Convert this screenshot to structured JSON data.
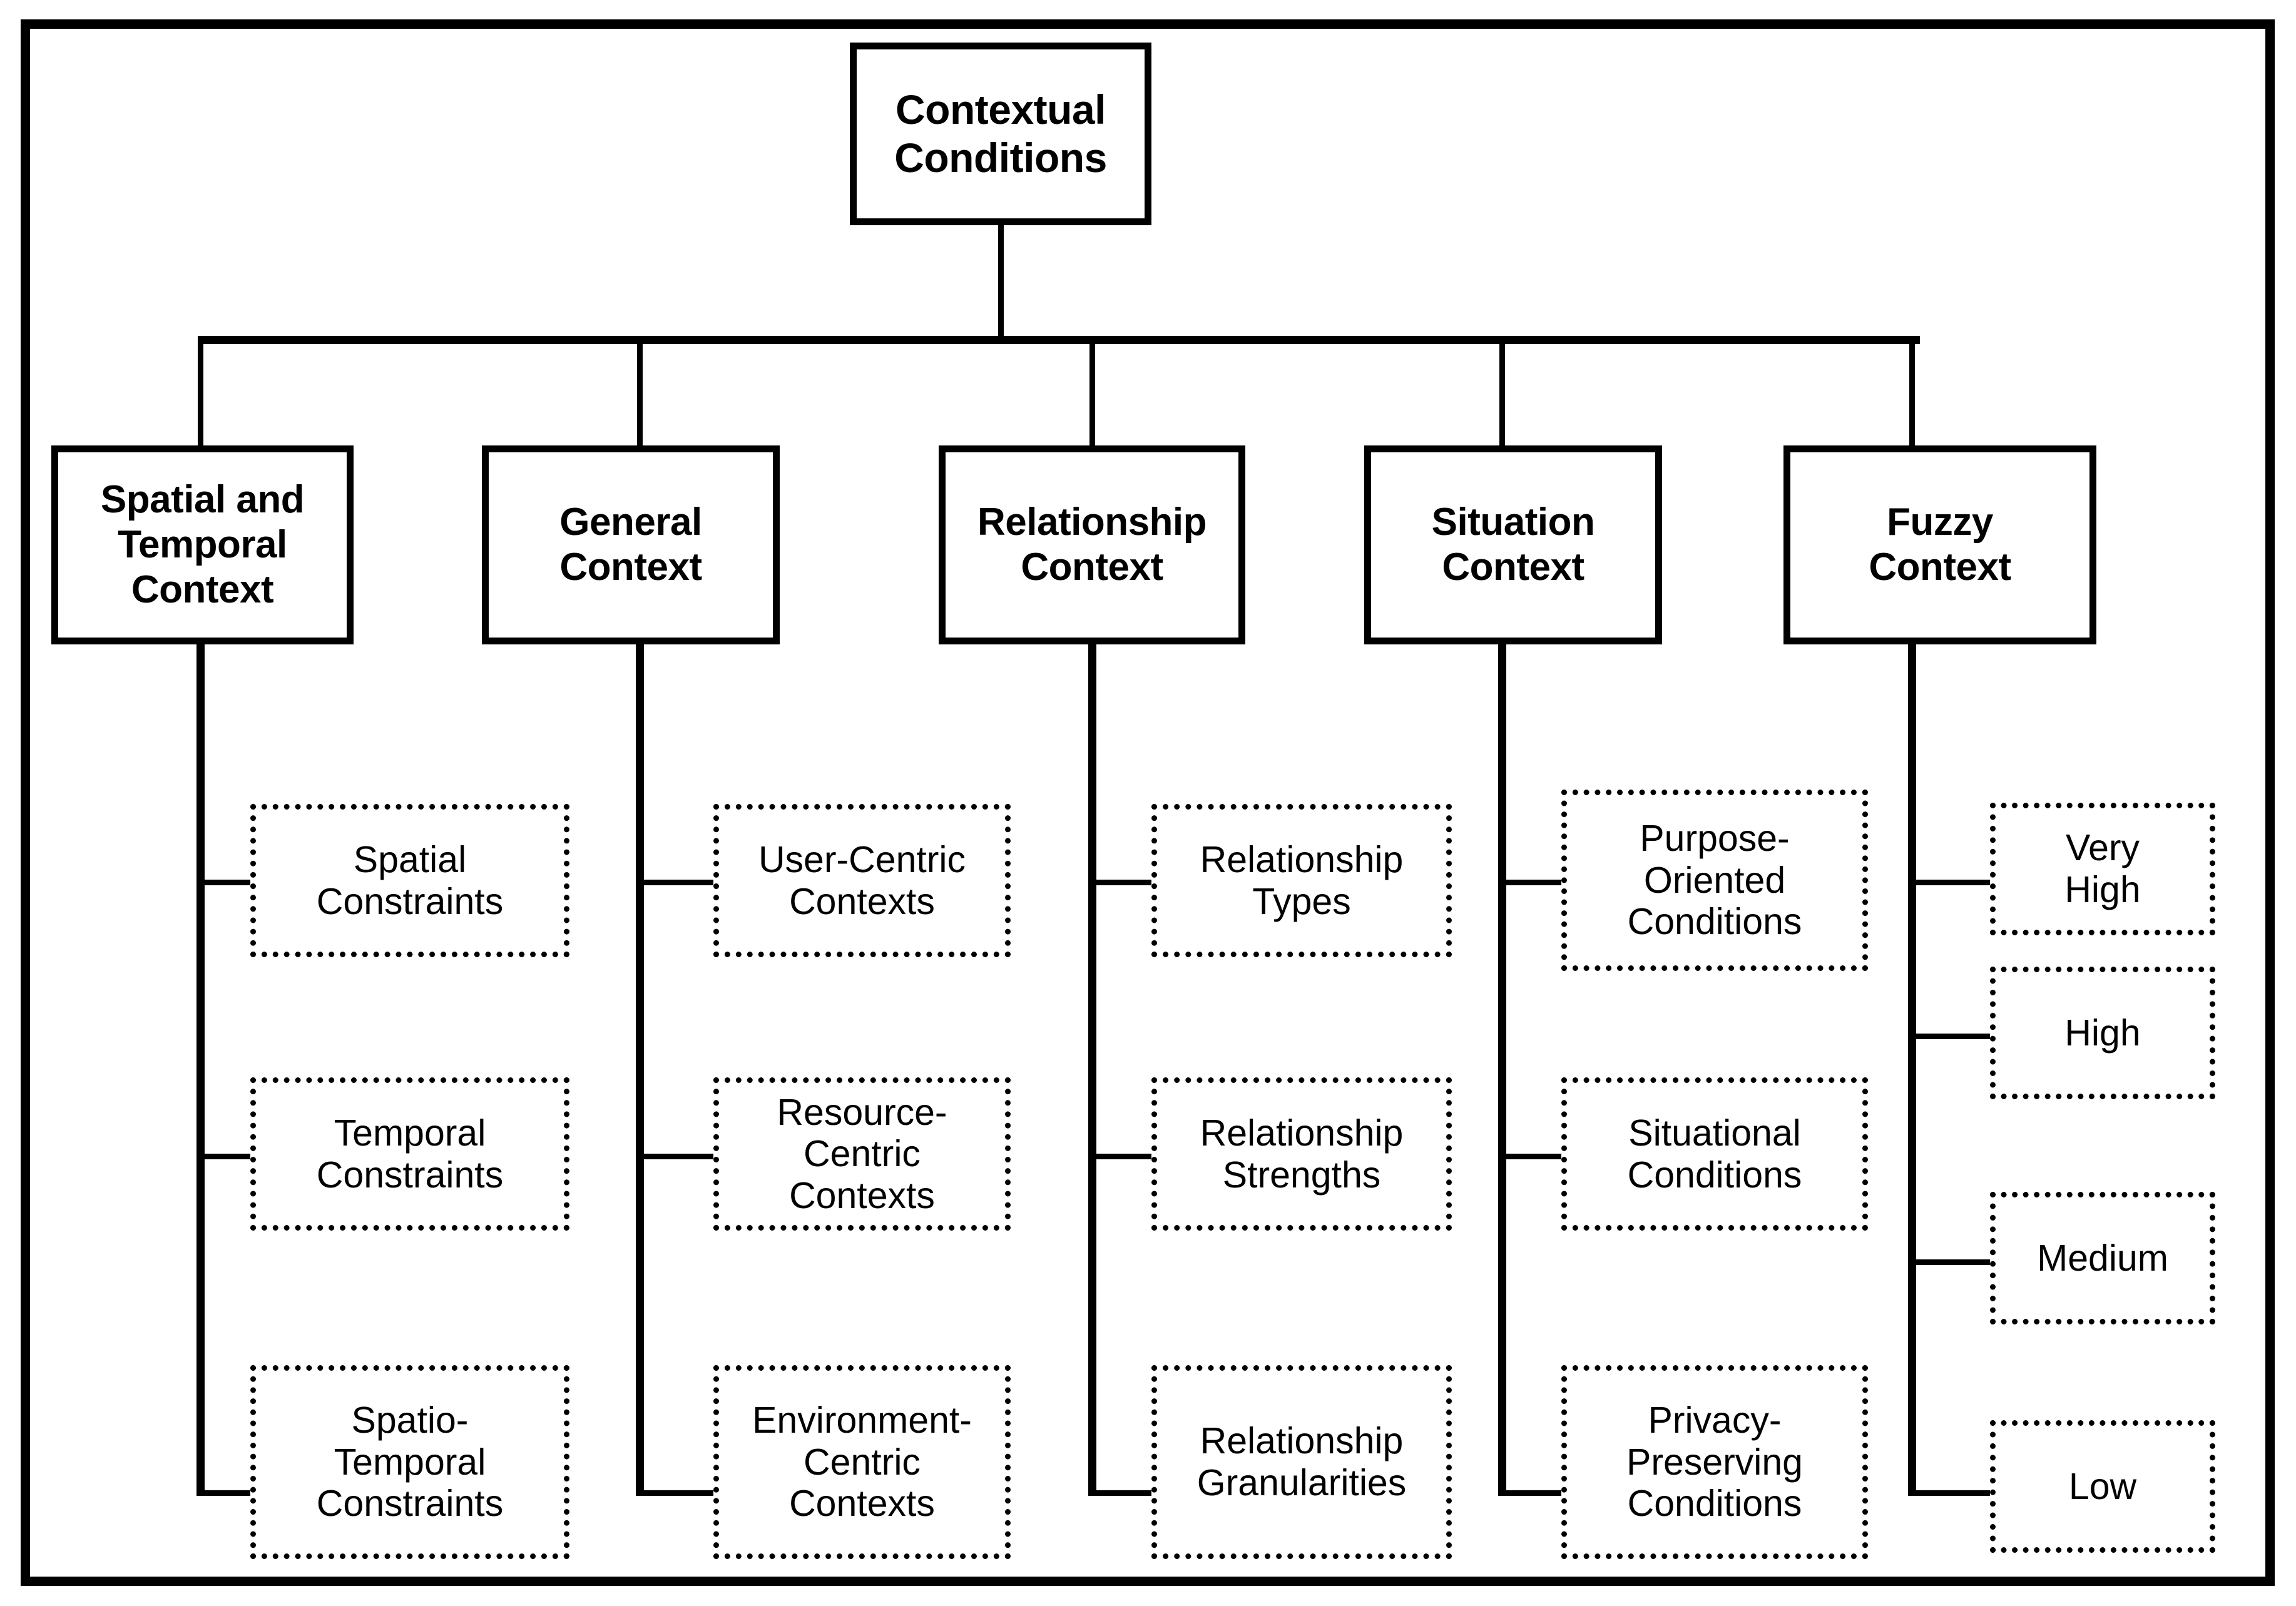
{
  "diagram": {
    "type": "hierarchy-tree",
    "title": "Contextual Conditions taxonomy",
    "colors": {
      "stroke": "#000000",
      "background": "#ffffff",
      "text": "#000000"
    },
    "root": {
      "label": "Contextual\nConditions"
    },
    "branches": [
      {
        "id": "spatial-temporal-context",
        "label": "Spatial and\nTemporal\nContext",
        "leaves": [
          {
            "label": "Spatial\nConstraints"
          },
          {
            "label": "Temporal\nConstraints"
          },
          {
            "label": "Spatio-\nTemporal\nConstraints"
          }
        ]
      },
      {
        "id": "general-context",
        "label": "General\nContext",
        "leaves": [
          {
            "label": "User-Centric\nContexts"
          },
          {
            "label": "Resource-\nCentric\nContexts"
          },
          {
            "label": "Environment-\nCentric\nContexts"
          }
        ]
      },
      {
        "id": "relationship-context",
        "label": "Relationship\nContext",
        "leaves": [
          {
            "label": "Relationship\nTypes"
          },
          {
            "label": "Relationship\nStrengths"
          },
          {
            "label": "Relationship\nGranularities"
          }
        ]
      },
      {
        "id": "situation-context",
        "label": "Situation\nContext",
        "leaves": [
          {
            "label": "Purpose-\nOriented\nConditions"
          },
          {
            "label": "Situational\nConditions"
          },
          {
            "label": "Privacy-\nPreserving\nConditions"
          }
        ]
      },
      {
        "id": "fuzzy-context",
        "label": "Fuzzy\nContext",
        "leaves": [
          {
            "label": "Very\nHigh"
          },
          {
            "label": "High"
          },
          {
            "label": "Medium"
          },
          {
            "label": "Low"
          }
        ]
      }
    ]
  }
}
